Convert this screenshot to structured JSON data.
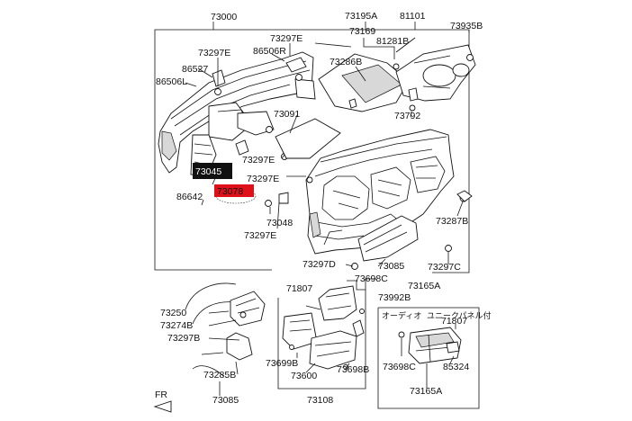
{
  "diagram": {
    "labels": {
      "l73000": "73000",
      "l73195a": "73195A",
      "l81101": "81101",
      "l73935b": "73935B",
      "l73169": "73169",
      "l81281b": "81281B",
      "l73297e_a": "73297E",
      "l73297e_b": "73297E",
      "l86506r": "86506R",
      "l86527": "86527",
      "l86506l": "86506L",
      "l73286b": "73286B",
      "l73792": "73792",
      "l73091": "73091",
      "l73297e_c": "73297E",
      "l73297e_d": "73297E",
      "l73045": "73045",
      "l73078": "73078",
      "l86642": "86642",
      "l73048": "73048",
      "l73297e_e": "73297E",
      "l73287b": "73287B",
      "l73297d": "73297D",
      "l73085_top": "73085",
      "l73297c": "73297C",
      "l73698c_top": "73698C",
      "l73165a_top": "73165A",
      "l71807_a": "71807",
      "l73992b": "73992B",
      "l73250": "73250",
      "l73274b": "73274B",
      "l73297b": "73297B",
      "l73285b": "73285B",
      "l73085_bot": "73085",
      "l73699b": "73699B",
      "l73600": "73600",
      "l73698b": "73698B",
      "l73108": "73108",
      "l_jp_audio": "オーディオ",
      "l_jp_unique": "ユニークパネル付",
      "l71807_b": "71807",
      "l73698c_bot": "73698C",
      "l85324": "85324",
      "l73165a_bot": "73165A",
      "l_fr": "FR"
    },
    "colors": {
      "ink": "#111111",
      "highlight_black": "#111111",
      "highlight_red": "#e0101b",
      "paper": "#ffffff"
    }
  }
}
